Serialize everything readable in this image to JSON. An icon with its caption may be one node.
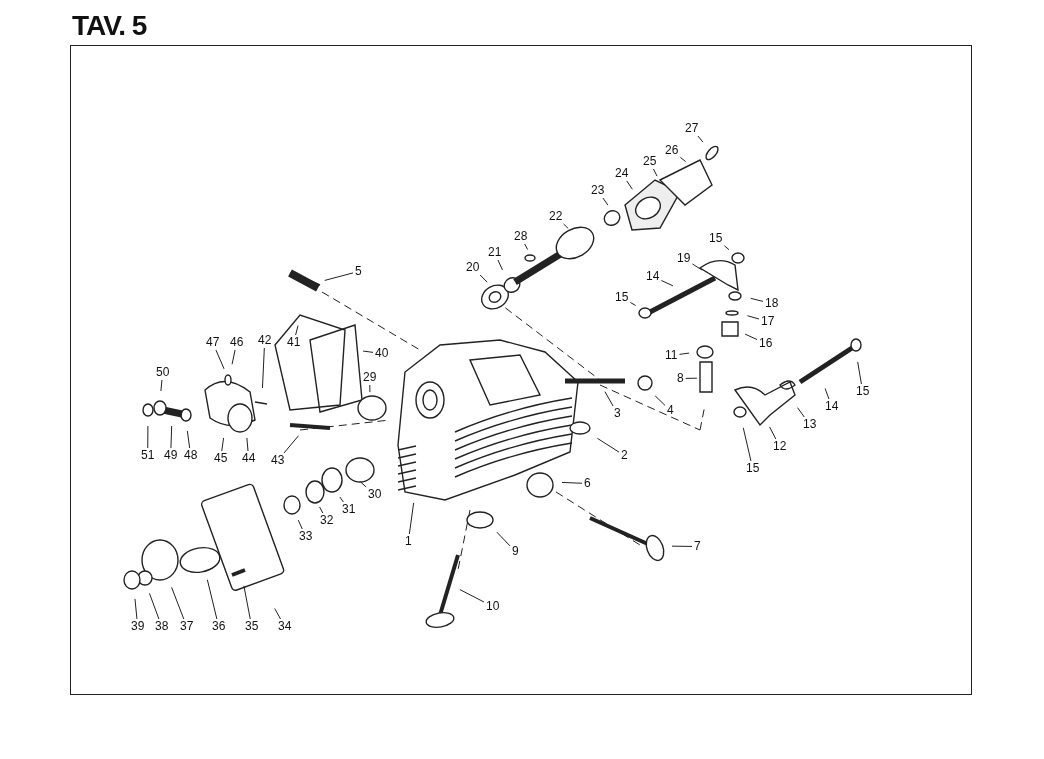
{
  "diagram": {
    "title": "TAV. 5",
    "nodes": [
      {
        "text": [
          "1"
        ]
      },
      {
        "text": [
          "2"
        ]
      },
      {
        "text": [
          "3"
        ]
      },
      {
        "text": [
          "4"
        ]
      },
      {
        "text": [
          "5"
        ]
      },
      {
        "text": [
          "6"
        ]
      },
      {
        "text": [
          "7"
        ]
      },
      {
        "text": [
          "8"
        ]
      },
      {
        "text": [
          "9"
        ]
      },
      {
        "text": [
          "10"
        ]
      },
      {
        "text": [
          "11"
        ]
      },
      {
        "text": [
          "12"
        ]
      },
      {
        "text": [
          "13"
        ]
      },
      {
        "text": [
          "14"
        ]
      },
      {
        "text": [
          "14"
        ]
      },
      {
        "text": [
          "15"
        ]
      },
      {
        "text": [
          "15"
        ]
      },
      {
        "text": [
          "15"
        ]
      },
      {
        "text": [
          "15"
        ]
      },
      {
        "text": [
          "16"
        ]
      },
      {
        "text": [
          "17"
        ]
      },
      {
        "text": [
          "18"
        ]
      },
      {
        "text": [
          "19"
        ]
      },
      {
        "text": [
          "20"
        ]
      },
      {
        "text": [
          "21"
        ]
      },
      {
        "text": [
          "22"
        ]
      },
      {
        "text": [
          "23"
        ]
      },
      {
        "text": [
          "24"
        ]
      },
      {
        "text": [
          "25"
        ]
      },
      {
        "text": [
          "26"
        ]
      },
      {
        "text": [
          "27"
        ]
      },
      {
        "text": [
          "28"
        ]
      },
      {
        "text": [
          "29"
        ]
      },
      {
        "text": [
          "30"
        ]
      },
      {
        "text": [
          "31"
        ]
      },
      {
        "text": [
          "32"
        ]
      },
      {
        "text": [
          "33"
        ]
      },
      {
        "text": [
          "34"
        ]
      },
      {
        "text": [
          "35"
        ]
      },
      {
        "text": [
          "36"
        ]
      },
      {
        "text": [
          "37"
        ]
      },
      {
        "text": [
          "38"
        ]
      },
      {
        "text": [
          "39"
        ]
      },
      {
        "text": [
          "40"
        ]
      },
      {
        "text": [
          "41"
        ]
      },
      {
        "text": [
          "42"
        ]
      },
      {
        "text": [
          "43"
        ]
      },
      {
        "text": [
          "44"
        ]
      },
      {
        "text": [
          "45"
        ]
      },
      {
        "text": [
          "46"
        ]
      },
      {
        "text": [
          "47"
        ]
      },
      {
        "text": [
          "48"
        ]
      },
      {
        "text": [
          "49"
        ]
      },
      {
        "text": [
          "50"
        ]
      },
      {
        "text": [
          "51"
        ]
      }
    ],
    "edges": [
      {
        "from": 0,
        "to": null,
        "arrow": "none"
      },
      {
        "from": 1,
        "to": null,
        "arrow": "none"
      },
      {
        "from": 2,
        "to": null,
        "arrow": "none"
      },
      {
        "from": 3,
        "to": null,
        "arrow": "none"
      },
      {
        "from": 4,
        "to": null,
        "arrow": "none"
      },
      {
        "from": 5,
        "to": null,
        "arrow": "none"
      },
      {
        "from": 6,
        "to": null,
        "arrow": "none"
      },
      {
        "from": 7,
        "to": null,
        "arrow": "none"
      },
      {
        "from": 8,
        "to": null,
        "arrow": "none"
      },
      {
        "from": 9,
        "to": null,
        "arrow": "none"
      },
      {
        "from": 10,
        "to": null,
        "arrow": "none"
      },
      {
        "from": 11,
        "to": null,
        "arrow": "none"
      },
      {
        "from": 12,
        "to": null,
        "arrow": "none"
      },
      {
        "from": 13,
        "to": null,
        "arrow": "none"
      },
      {
        "from": 14,
        "to": null,
        "arrow": "none"
      },
      {
        "from": 15,
        "to": null,
        "arrow": "none"
      },
      {
        "from": 16,
        "to": null,
        "arrow": "none"
      },
      {
        "from": 17,
        "to": null,
        "arrow": "none"
      },
      {
        "from": 18,
        "to": null,
        "arrow": "none"
      },
      {
        "from": 19,
        "to": null,
        "arrow": "none"
      },
      {
        "from": 20,
        "to": null,
        "arrow": "none"
      },
      {
        "from": 21,
        "to": null,
        "arrow": "none"
      },
      {
        "from": 22,
        "to": null,
        "arrow": "none"
      },
      {
        "from": 23,
        "to": null,
        "arrow": "none"
      },
      {
        "from": 24,
        "to": null,
        "arrow": "none"
      },
      {
        "from": 25,
        "to": null,
        "arrow": "none"
      },
      {
        "from": 26,
        "to": null,
        "arrow": "none"
      },
      {
        "from": 27,
        "to": null,
        "arrow": "none"
      },
      {
        "from": 28,
        "to": null,
        "arrow": "none"
      },
      {
        "from": 29,
        "to": null,
        "arrow": "none"
      },
      {
        "from": 30,
        "to": null,
        "arrow": "none"
      },
      {
        "from": 31,
        "to": null,
        "arrow": "none"
      },
      {
        "from": 32,
        "to": null,
        "arrow": "none"
      },
      {
        "from": 33,
        "to": null,
        "arrow": "none"
      },
      {
        "from": 34,
        "to": null,
        "arrow": "none"
      },
      {
        "from": 35,
        "to": null,
        "arrow": "none"
      },
      {
        "from": 36,
        "to": null,
        "arrow": "none"
      },
      {
        "from": 37,
        "to": null,
        "arrow": "none"
      },
      {
        "from": 38,
        "to": null,
        "arrow": "none"
      },
      {
        "from": 39,
        "to": null,
        "arrow": "none"
      },
      {
        "from": 40,
        "to": null,
        "arrow": "none"
      },
      {
        "from": 41,
        "to": null,
        "arrow": "none"
      },
      {
        "from": 42,
        "to": null,
        "arrow": "none"
      },
      {
        "from": 43,
        "to": null,
        "arrow": "none"
      },
      {
        "from": 44,
        "to": null,
        "arrow": "none"
      },
      {
        "from": 45,
        "to": null,
        "arrow": "none"
      },
      {
        "from": 46,
        "to": null,
        "arrow": "none"
      },
      {
        "from": 47,
        "to": null,
        "arrow": "none"
      },
      {
        "from": 48,
        "to": null,
        "arrow": "none"
      },
      {
        "from": 49,
        "to": null,
        "arrow": "none"
      },
      {
        "from": 50,
        "to": null,
        "arrow": "none"
      },
      {
        "from": 51,
        "to": null,
        "arrow": "none"
      },
      {
        "from": 52,
        "to": null,
        "arrow": "none"
      },
      {
        "from": 53,
        "to": null,
        "arrow": "none"
      },
      {
        "from": 54,
        "to": null,
        "arrow": "none"
      }
    ]
  }
}
